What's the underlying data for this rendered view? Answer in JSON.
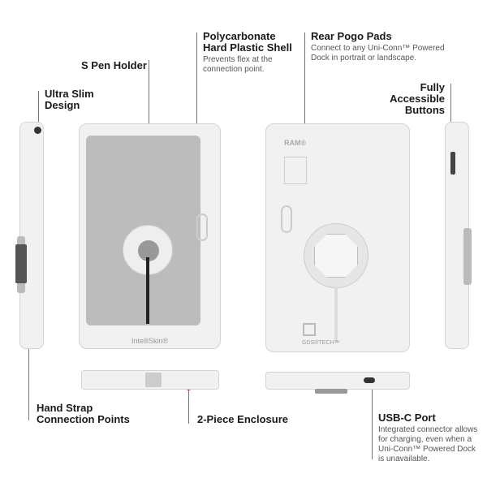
{
  "callouts": {
    "s_pen": {
      "title": "S Pen Holder"
    },
    "shell": {
      "title": "Polycarbonate Hard Plastic Shell",
      "desc": "Prevents flex at the connection point."
    },
    "pogo": {
      "title": "Rear Pogo Pads",
      "desc": "Connect to any Uni-Conn™ Powered Dock in portrait or landscape."
    },
    "buttons": {
      "title": "Fully Accessible Buttons"
    },
    "slim": {
      "title": "Ultra Slim Design"
    },
    "strap": {
      "title": "Hand Strap Connection Points"
    },
    "enclosure": {
      "title": "2-Piece Enclosure"
    },
    "usbc": {
      "title": "USB-C Port",
      "desc": "Integrated connector allows for charging, even when a Uni-Conn™ Powered Dock is unavailable."
    }
  },
  "product_marks": {
    "front_brand": "IntelliSkin®",
    "rear_brand": "RAM®",
    "rear_tech": "GDS®TECH™"
  },
  "colors": {
    "accent": "#dd2222",
    "case": "#f1f1f1"
  }
}
